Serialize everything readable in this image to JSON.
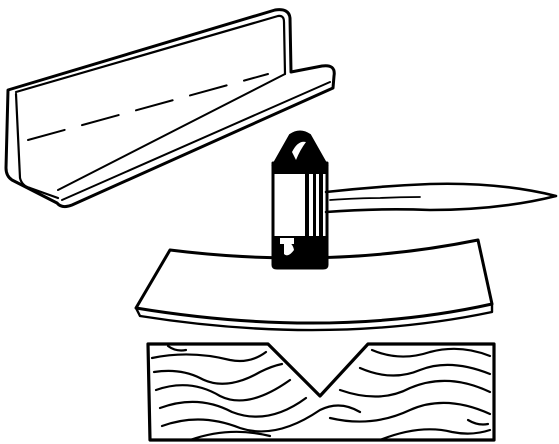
{
  "figure": {
    "colors": {
      "ink": "#000000",
      "paper": "#ffffff"
    },
    "parts": [
      "angle-iron",
      "hammer",
      "curved-metal-strip",
      "wooden-block-with-v-groove"
    ]
  }
}
